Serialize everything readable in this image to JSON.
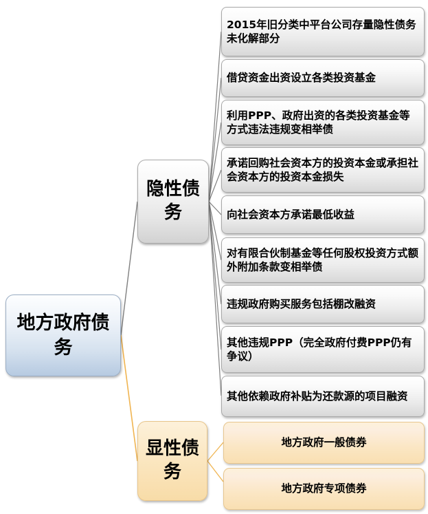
{
  "diagram": {
    "type": "mind-map",
    "title_node": "地方政府债务",
    "colors": {
      "root_fill": "#b6cae1",
      "implicit_fill": "#e6e6e6",
      "explicit_fill": "#fbe7c2",
      "implicit_connector": "#808080",
      "explicit_connector": "#f0b450"
    }
  },
  "root": {
    "label": "地方政府债务"
  },
  "branches": [
    {
      "id": "implicit",
      "label": "隐性债务",
      "connector_color": "#808080",
      "leaves": [
        {
          "label": "2015年旧分类中平台公司存量隐性债务未化解部分"
        },
        {
          "label": "借贷资金出资设立各类投资基金"
        },
        {
          "label": "利用PPP、政府出资的各类投资基金等方式违法违规变相举债"
        },
        {
          "label": "承诺回购社会资本方的投资本金或承担社会资本方的投资本金损失"
        },
        {
          "label": "向社会资本方承诺最低收益"
        },
        {
          "label": "对有限合伙制基金等任何股权投资方式额外附加条款变相举债"
        },
        {
          "label": "违规政府购买服务包括棚改融资"
        },
        {
          "label": "其他违规PPP（完全政府付费PPP仍有争议）"
        },
        {
          "label": "其他依赖政府补贴为还款源的项目融资"
        }
      ]
    },
    {
      "id": "explicit",
      "label": "显性债务",
      "connector_color": "#f0b450",
      "leaves": [
        {
          "label": "地方政府一般债券"
        },
        {
          "label": "地方政府专项债券"
        }
      ]
    }
  ]
}
